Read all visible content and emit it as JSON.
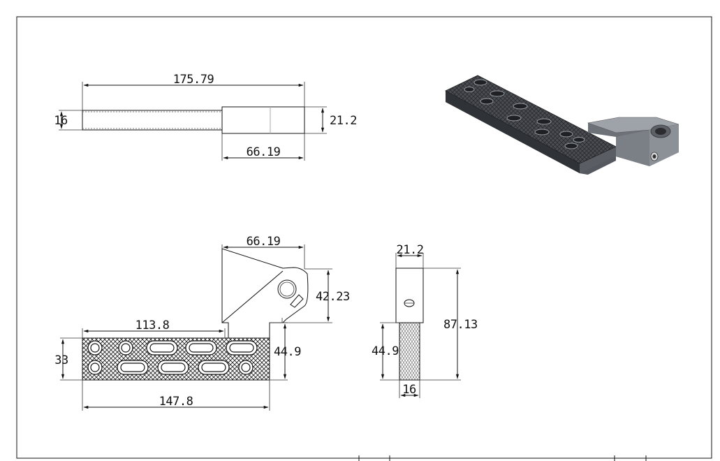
{
  "drawing": {
    "colors": {
      "line": "#111111",
      "paper": "#ffffff",
      "hatch": "#333333",
      "part_dark": "#3a3d42",
      "part_mid": "#6d7178",
      "part_light": "#a9adb3"
    },
    "top_view": {
      "overall_length": "175.79",
      "left_height": "16",
      "right_height": "21.2",
      "bracket_length": "66.19"
    },
    "front_view": {
      "bracket_length": "66.19",
      "bracket_height": "42.23",
      "plate_to_bracket": "113.8",
      "plate_length": "147.8",
      "plate_height": "33",
      "step_height": "44.9"
    },
    "side_view": {
      "bracket_width": "21.2",
      "total_height": "87.13",
      "lower_height": "44.9",
      "lower_width": "16"
    },
    "iso_view": {
      "icon": "isometric-3d-model"
    }
  }
}
